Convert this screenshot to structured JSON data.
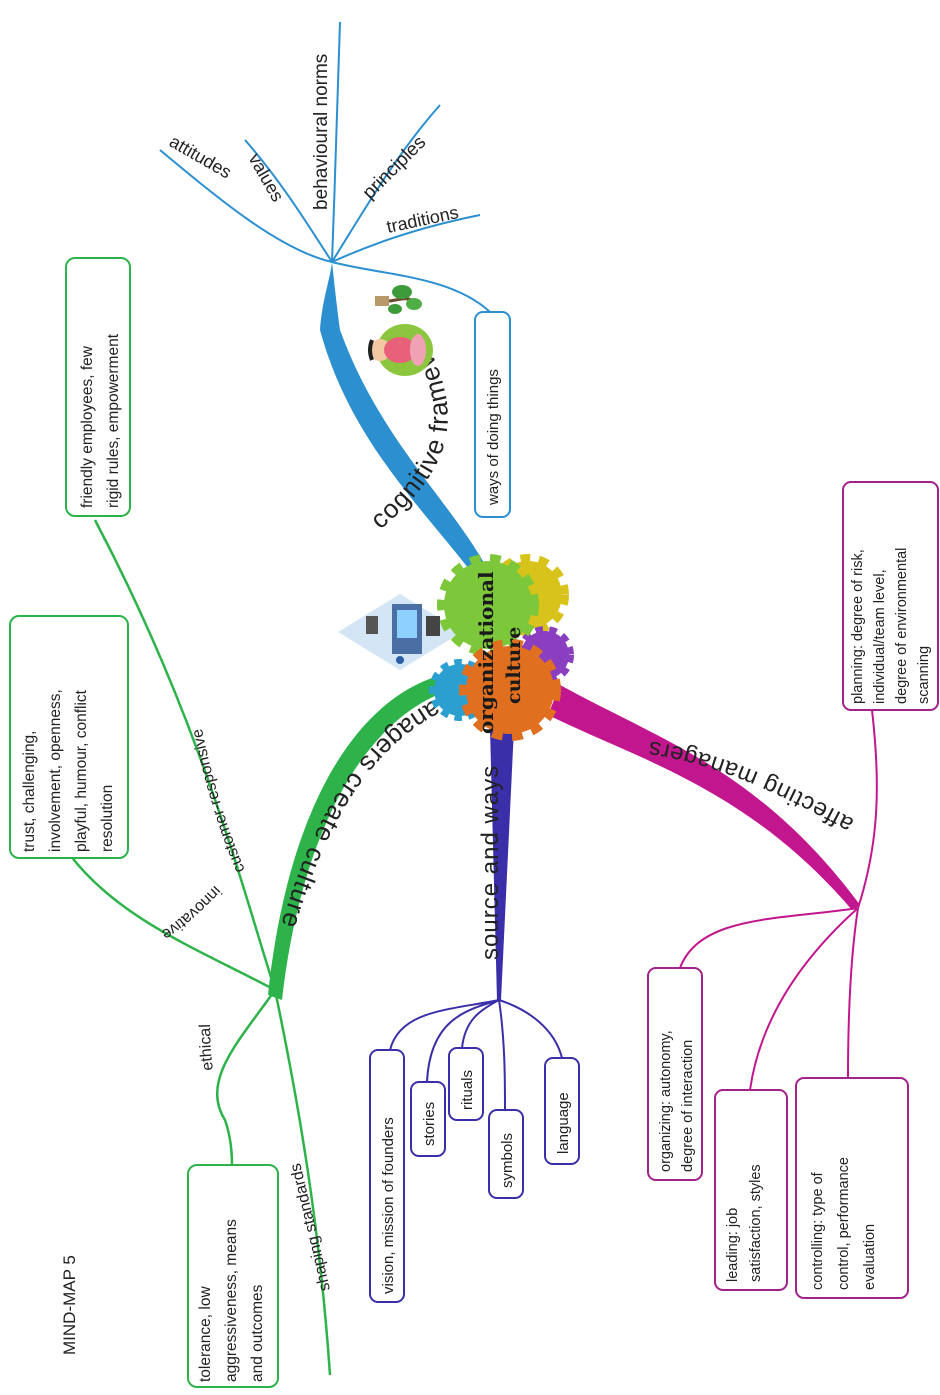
{
  "title": "MIND-MAP 5",
  "center": {
    "line1": "organizational",
    "line2": "culture"
  },
  "colors": {
    "blue": "#2b8fd0",
    "green": "#2db34a",
    "navy": "#3a2fa8",
    "magenta": "#c2168f",
    "purple": "#a0238a",
    "text": "#222222",
    "gear_orange": "#e07020",
    "gear_green": "#7cc83a",
    "gear_yellow": "#d8c31a",
    "gear_teal": "#2a9fd0",
    "gear_purple": "#8a3fc0"
  },
  "branches": {
    "cognitive": {
      "label": "cognitive framework",
      "leaves": [
        "attitudes",
        "values",
        "behavioural norms",
        "principles",
        "traditions"
      ],
      "box": "ways of doing things"
    },
    "managers": {
      "label": "managers create culture",
      "sub": {
        "customer": "customer-responsive",
        "innovative": "innovative",
        "ethical": "ethical",
        "shaping": "shaping standards"
      },
      "boxes": {
        "customer": [
          "friendly employees, few",
          "rigid rules, empowerment"
        ],
        "innovative": [
          "trust, challenging,",
          "involvement, openness,",
          "playful, humour, conflict",
          "resolution"
        ],
        "ethical": [
          "tolerance, low",
          "aggressiveness, means",
          "and outcomes"
        ]
      }
    },
    "source": {
      "label": "source and ways",
      "boxes": [
        "vision, mission of founders",
        "stories",
        "rituals",
        "symbols",
        "language"
      ]
    },
    "affecting": {
      "label": "affecting managers",
      "boxes": {
        "planning": [
          "planning: degree of risk,",
          "individual/team level,",
          "degree of environmental",
          "scanning"
        ],
        "organizing": [
          "organizing: autonomy,",
          "degree of interaction"
        ],
        "leading": [
          "leading: job",
          "satisfaction, styles"
        ],
        "controlling": [
          "controlling: type of",
          "control, performance",
          "evaluation"
        ]
      }
    }
  },
  "icons": [
    "bonsai-tree-icon",
    "meditating-figure-icon",
    "computer-network-icon"
  ]
}
